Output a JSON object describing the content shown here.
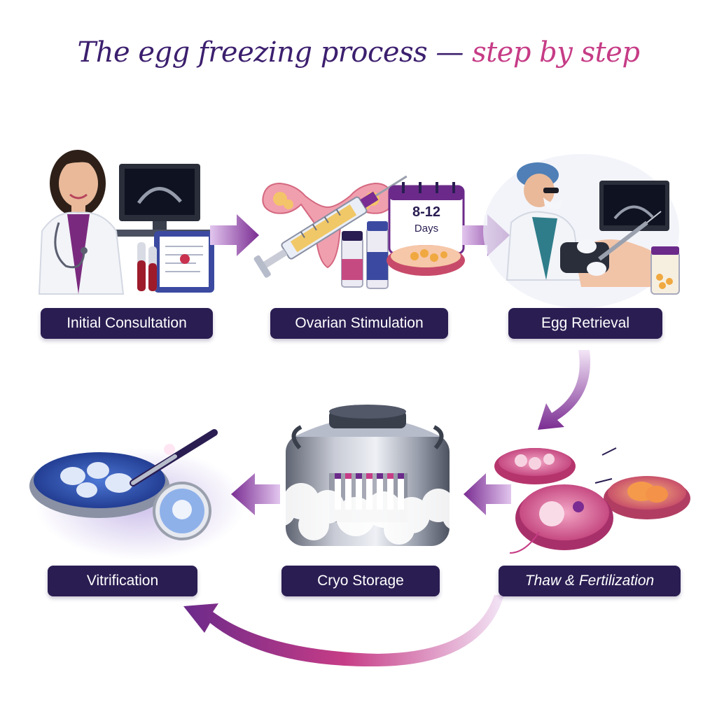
{
  "title": {
    "main": "The egg freezing process —",
    "accent": "step by step"
  },
  "steps": [
    {
      "label": "Initial Consultation"
    },
    {
      "label": "Ovarian Stimulation"
    },
    {
      "label": "Egg Retrieval"
    },
    {
      "label": "Thaw & Fertilization"
    },
    {
      "label": "Cryo Storage"
    },
    {
      "label": "Vitrification"
    }
  ],
  "calendar": {
    "range": "8-12",
    "unit": "Days"
  },
  "colors": {
    "title": "#3c1f6e",
    "accent": "#c63c86",
    "label_bg": "#2a1d52",
    "arrow": "#6b2a8a"
  }
}
